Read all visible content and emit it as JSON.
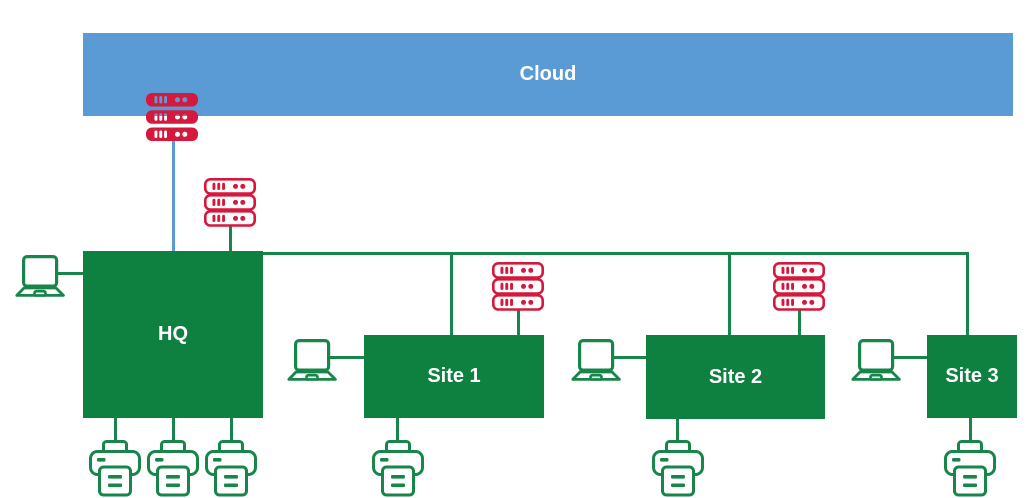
{
  "cloud": {
    "label": "Cloud"
  },
  "nodes": {
    "hq": {
      "label": "HQ"
    },
    "site1": {
      "label": "Site 1"
    },
    "site2": {
      "label": "Site 2"
    },
    "site3": {
      "label": "Site 3"
    }
  },
  "icons": {
    "server_rack_filled": "rack-server-stack-icon (solid red, 3 units)",
    "server_rack_outline": "rack-server-stack-icon (red outline, 3 units)",
    "laptop": "laptop-icon (green outline)",
    "printer": "printer-icon (green outline)"
  },
  "connections": {
    "cloud_to_hq": "blue vertical link through filled rack server",
    "hq_trunk": "green horizontal trunk from HQ to Site 1, Site 2, Site 3",
    "peripherals": "laptops attach left of each node, printers attach below each node, rack servers attach above HQ, Site 1 and Site 2"
  },
  "colors": {
    "cloud_blue": "#5B9BD5",
    "node_green": "#0E8040",
    "line_green": "#18864A",
    "server_red": "#D5193C",
    "label_white": "#FFFFFF"
  }
}
